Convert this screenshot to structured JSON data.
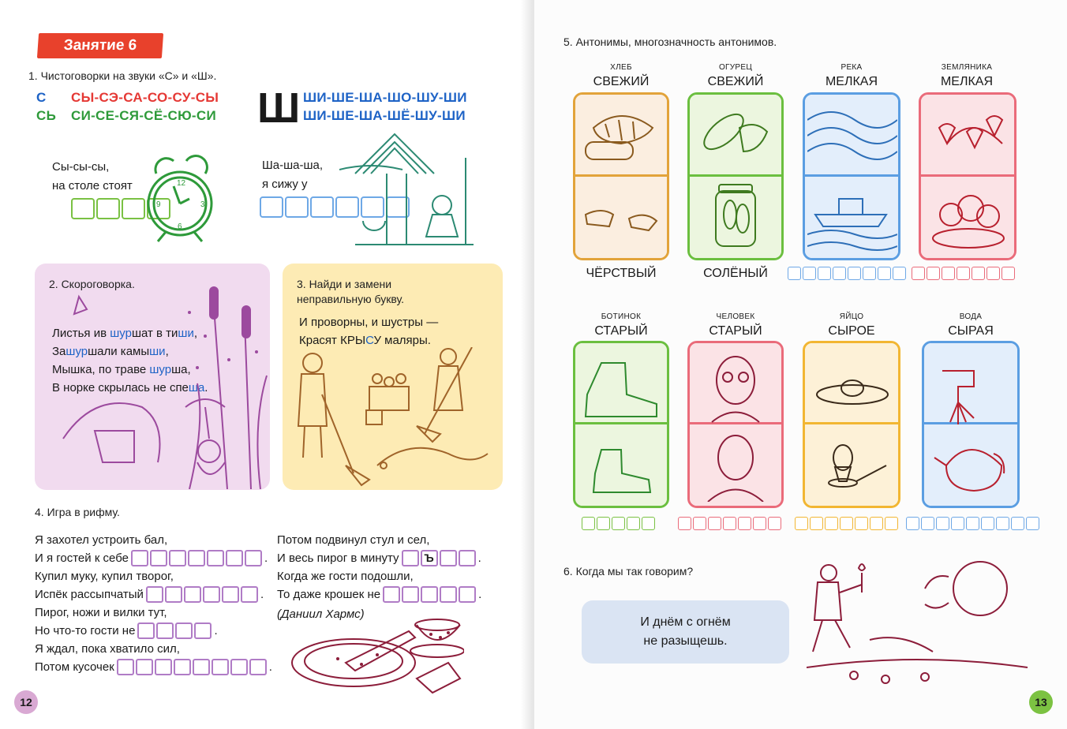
{
  "left": {
    "lesson": "Занятие 6",
    "page_number": "12",
    "task1": {
      "title": "1. Чистоговорки на звуки «С» и «Ш».",
      "s_rows": [
        {
          "letter": "С",
          "syllables": "СЫ-СЭ-СА-СО-СУ-СЫ"
        },
        {
          "letter": "СЬ",
          "syllables": "СИ-СЕ-СЯ-СЁ-СЮ-СИ"
        }
      ],
      "sh_letter": "Ш",
      "sh_rows": [
        "ШИ-ШЕ-ША-ШО-ШУ-ШИ",
        "ШИ-ШЕ-ША-ШЁ-ШУ-ШИ"
      ],
      "verse1": [
        "Сы-сы-сы,",
        "на столе стоят"
      ],
      "verse2": [
        "Ша-ша-ша,",
        "я сижу у"
      ]
    },
    "task2": {
      "title": "2. Скороговорка.",
      "lines": [
        {
          "pre": "Листья ив ",
          "hl": "шур",
          "mid": "шат в ти",
          "hl2": "ши",
          "post": ","
        },
        {
          "pre": "За",
          "hl": "шур",
          "mid": "шали камы",
          "hl2": "ши",
          "post": ","
        },
        {
          "pre": "Мышка, по траве ",
          "hl": "шур",
          "mid": "ша",
          "hl2": "",
          "post": ","
        },
        {
          "pre": "В норке скрылась не спе",
          "hl": "ша",
          "mid": "",
          "hl2": "",
          "post": "."
        }
      ]
    },
    "task3": {
      "title": [
        "3. Найди и замени",
        "неправильную букву."
      ],
      "line1": "И проворны, и шустры —",
      "line2_pre": "Красят КРЫ",
      "line2_hl": "С",
      "line2_mid": "У",
      "line2_post": " маляры."
    },
    "task4": {
      "title": "4. Игра в рифму.",
      "col1": [
        "Я захотел устроить бал,",
        "И я гостей к себе",
        "Купил муку, купил творог,",
        "Испёк рассыпчатый",
        "Пирог, ножи и вилки тут,",
        "Но что-то гости не",
        "Я ждал, пока хватило сил,",
        "Потом кусочек"
      ],
      "col2": [
        "Потом подвинул стул и сел,",
        "И весь пирог в минуту",
        "Когда же гости подошли,",
        "То даже крошек не"
      ],
      "author": "(Даниил Хармс)",
      "hard_sign": "Ъ"
    }
  },
  "right": {
    "page_number": "13",
    "task5": {
      "title": "5. Антонимы, многозначность антонимов.",
      "row1": [
        {
          "noun": "ХЛЕБ",
          "adj": "СВЕЖИЙ",
          "answer": "ЧЁРСТВЫЙ",
          "color": "#e2a33a",
          "fill": "#fbeee0"
        },
        {
          "noun": "ОГУРЕЦ",
          "adj": "СВЕЖИЙ",
          "answer": "СОЛЁНЫЙ",
          "color": "#6bbf3f",
          "fill": "#ecf6df"
        },
        {
          "noun": "РЕКА",
          "adj": "МЕЛКАЯ",
          "answer": "",
          "color": "#5b9ee2",
          "fill": "#e3eefb"
        },
        {
          "noun": "ЗЕМЛЯНИКА",
          "adj": "МЕЛКАЯ",
          "answer": "",
          "color": "#ea6b7a",
          "fill": "#fbe3e6"
        }
      ],
      "row2": [
        {
          "noun": "БОТИНОК",
          "adj": "СТАРЫЙ",
          "color": "#6bbf3f",
          "fill": "#ecf6df"
        },
        {
          "noun": "ЧЕЛОВЕК",
          "adj": "СТАРЫЙ",
          "color": "#ea6b7a",
          "fill": "#fbe3e6"
        },
        {
          "noun": "ЯЙЦО",
          "adj": "СЫРОЕ",
          "color": "#f2b632",
          "fill": "#fdf1d7"
        },
        {
          "noun": "ВОДА",
          "adj": "СЫРАЯ",
          "color": "#5b9ee2",
          "fill": "#e3eefb"
        }
      ]
    },
    "task6": {
      "title": "6. Когда мы так говорим?",
      "saying": [
        "И днём с огнём",
        "не разыщешь."
      ]
    }
  },
  "colors": {
    "red": "#e53935",
    "blue": "#1e63c6",
    "green_box": "#7ac143",
    "blue_box": "#6ea8e6",
    "purple_box": "#b07cc6",
    "panel_pink": "#f1dbef",
    "panel_yellow": "#fdebb4",
    "saying_bg": "#dae4f3",
    "page12": "#d9a9d3",
    "page13": "#7cc242"
  },
  "icons": [
    "alarm-clock-illustration",
    "hut-with-boy-illustration",
    "cattails-and-mouse-illustration",
    "painters-and-rat-illustration",
    "cake-and-teacup-illustration",
    "bread-illustration",
    "cucumber-illustration",
    "river-illustration",
    "strawberry-illustration",
    "old-boot-illustration",
    "old-man-illustration",
    "egg-in-nest-illustration",
    "water-tap-illustration",
    "boy-with-candle-and-sun-illustration"
  ]
}
